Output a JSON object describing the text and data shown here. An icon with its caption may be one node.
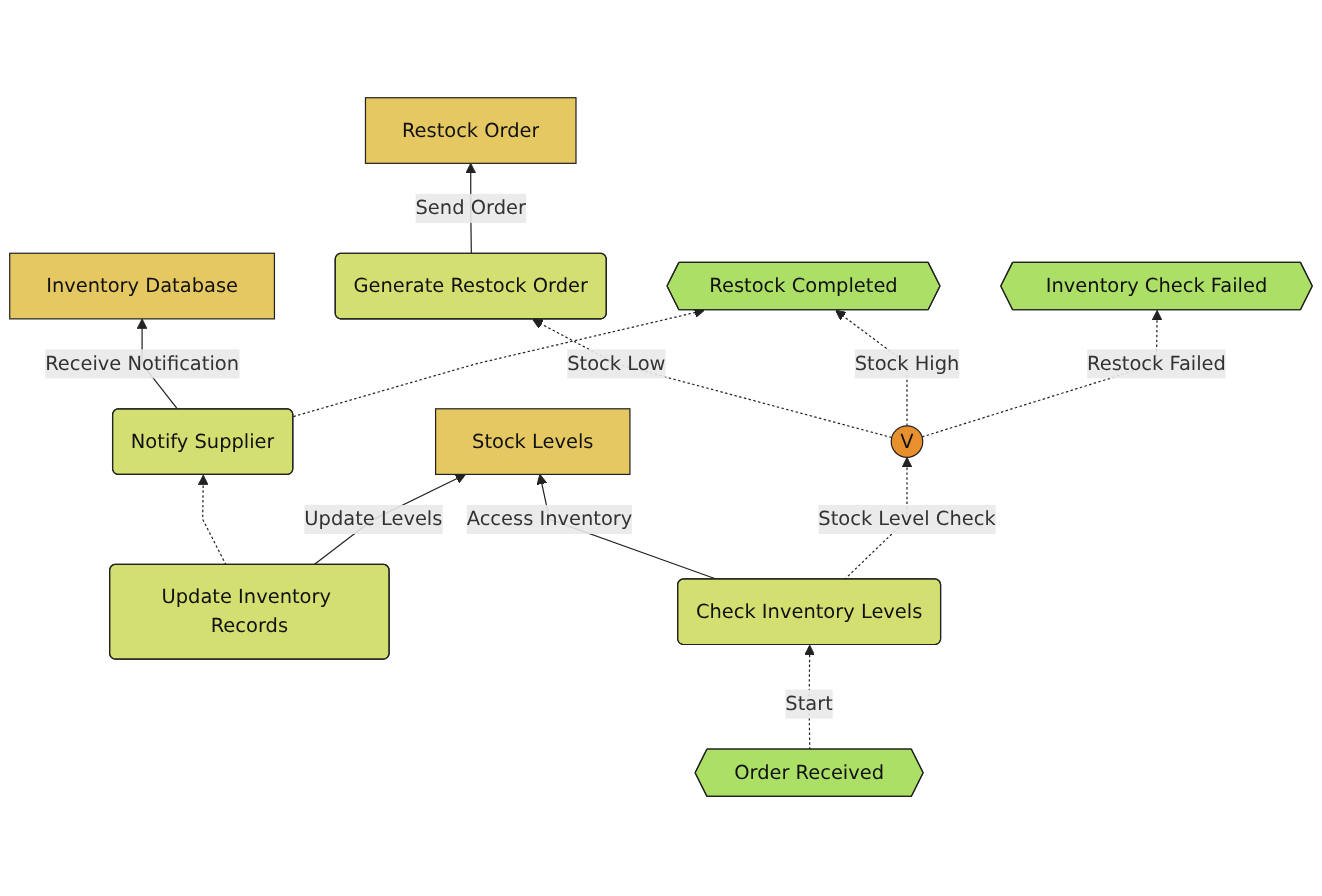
{
  "diagram": {
    "nodes": [
      {
        "text": [
          "Inventory Database"
        ]
      },
      {
        "text": [
          "Restock Order"
        ]
      },
      {
        "text": [
          "Inventory Check Failed"
        ]
      },
      {
        "text": [
          "Notify Supplier"
        ]
      },
      {
        "text": [
          "Update Inventory Records"
        ]
      },
      {
        "text": [
          "Generate Restock Order"
        ]
      },
      {
        "text": [
          "V"
        ]
      },
      {
        "text": [
          "Restock Completed"
        ]
      },
      {
        "text": [
          "Check Inventory Levels"
        ]
      },
      {
        "text": [
          "Stock Levels"
        ]
      },
      {
        "text": [
          "Order Received"
        ]
      }
    ],
    "edges": [
      {
        "from": 10,
        "to": 8,
        "arrow": "to",
        "label": "Start",
        "style": "dashed"
      },
      {
        "from": 8,
        "to": 9,
        "arrow": "to",
        "label": "Access Inventory"
      },
      {
        "from": 8,
        "to": 6,
        "arrow": "to",
        "label": "Stock Level Check",
        "style": "dashed"
      },
      {
        "from": 6,
        "to": 5,
        "arrow": "to",
        "label": "Stock Low",
        "style": "dashed"
      },
      {
        "from": 6,
        "to": 7,
        "arrow": "to",
        "label": "Stock High",
        "style": "dashed"
      },
      {
        "from": 6,
        "to": 2,
        "arrow": "to",
        "label": "Restock Failed",
        "style": "dashed"
      },
      {
        "from": 5,
        "to": 1,
        "arrow": "to",
        "label": "Send Order"
      },
      {
        "from": 3,
        "to": 0,
        "arrow": "to",
        "label": "Receive Notification"
      },
      {
        "from": 4,
        "to": 3,
        "arrow": "to",
        "style": "dashed"
      },
      {
        "from": 3,
        "to": 7,
        "arrow": "to",
        "style": "dashed"
      },
      {
        "from": 4,
        "to": 9,
        "arrow": "to",
        "label": "Update Levels"
      }
    ]
  }
}
